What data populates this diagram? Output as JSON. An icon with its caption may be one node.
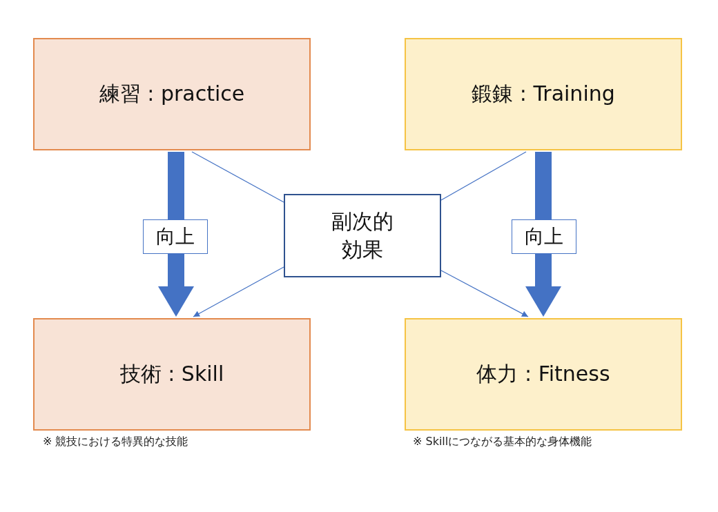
{
  "diagram": {
    "nodes": [
      {
        "text": [
          "練習 : practice"
        ]
      },
      {
        "text": [
          "鍛錬 : Training"
        ]
      },
      {
        "text": [
          "副次的効果"
        ]
      },
      {
        "text": [
          "技術 : Skill"
        ],
        "beside": [
          "※ 競技における特異的な技能"
        ]
      },
      {
        "text": [
          "体力 : Fitness"
        ],
        "beside": [
          "※ Skillにつながる基本的な身体機能"
        ]
      }
    ],
    "edges": [
      {
        "from": 0,
        "to": 3,
        "arrow": "to",
        "style": "thick",
        "label": "向上"
      },
      {
        "from": 1,
        "to": 4,
        "arrow": "to",
        "style": "thick",
        "label": "向上"
      },
      {
        "from": 0,
        "to": 2,
        "arrow": "none"
      },
      {
        "from": 2,
        "to": 3,
        "arrow": "to"
      },
      {
        "from": 1,
        "to": 2,
        "arrow": "none"
      },
      {
        "from": 2,
        "to": 4,
        "arrow": "to"
      }
    ]
  }
}
